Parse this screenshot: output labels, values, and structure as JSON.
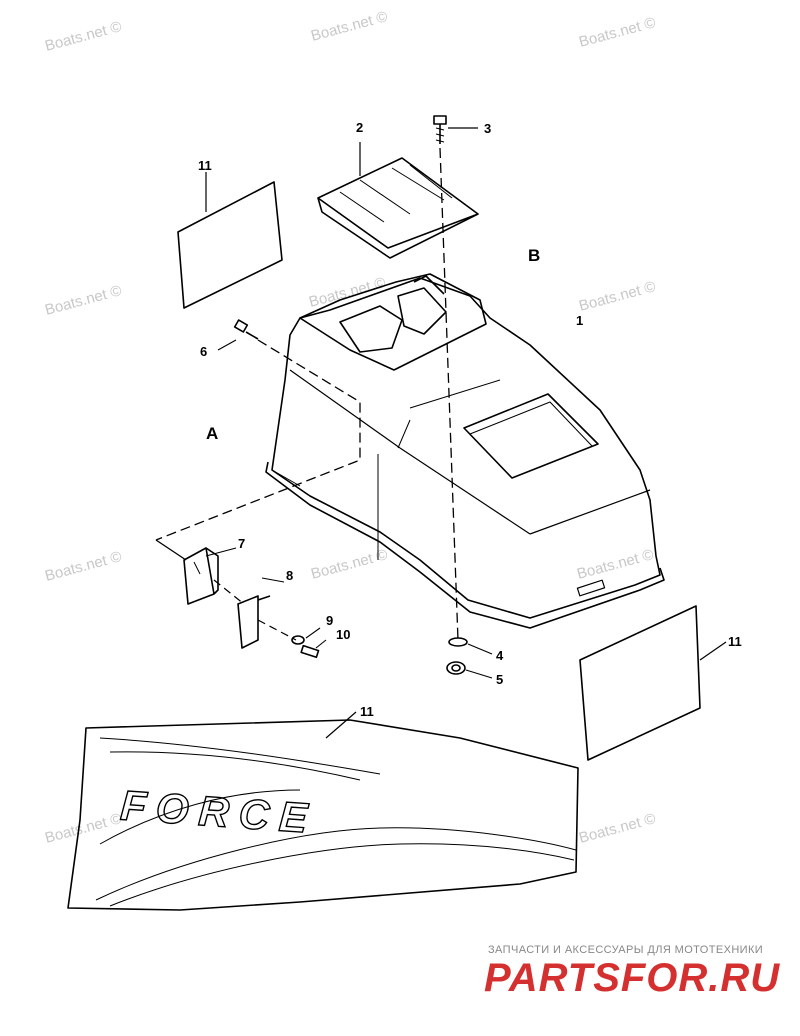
{
  "watermark_text": "Boats.net ©",
  "callouts": {
    "c1": "1",
    "c2": "2",
    "c3": "3",
    "c4": "4",
    "c5": "5",
    "c6": "6",
    "c7": "7",
    "c8": "8",
    "c9": "9",
    "c10": "10",
    "c11a": "11",
    "c11b": "11",
    "c11c": "11",
    "A": "A",
    "B": "B"
  },
  "decal_text": "FORCE",
  "brand": {
    "tagline": "ЗАПЧАСТИ И АКСЕССУАРЫ ДЛЯ МОТОТЕХНИКИ",
    "logo": "PARTSFOR.RU",
    "color": "#d01a1a"
  },
  "colors": {
    "line": "#000000",
    "watermark": "#c8c8c8"
  }
}
